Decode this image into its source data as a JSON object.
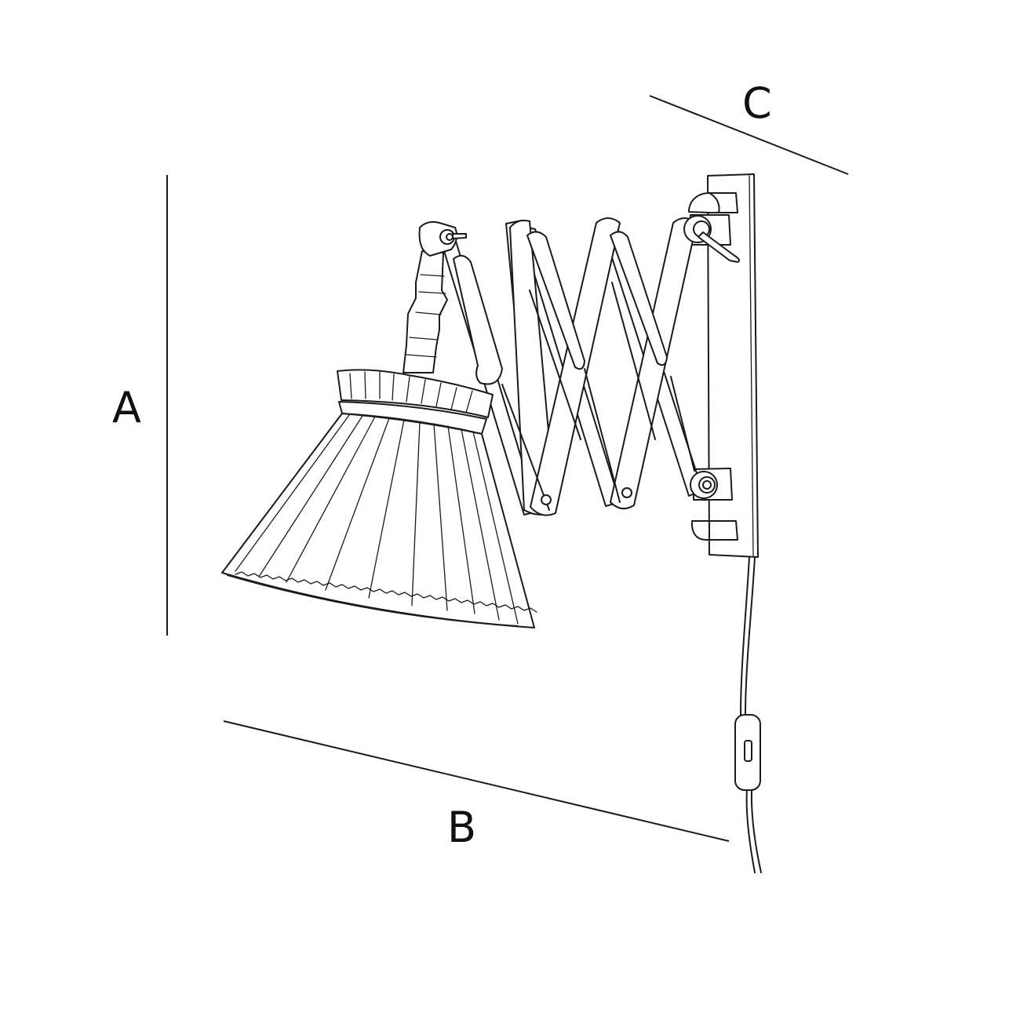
{
  "diagram": {
    "dimensions": [
      {
        "id": "A",
        "label": "A"
      },
      {
        "id": "B",
        "label": "B"
      },
      {
        "id": "C",
        "label": "C"
      }
    ],
    "colors": {
      "ink": "#1a1a1a",
      "background": "#ffffff"
    }
  }
}
